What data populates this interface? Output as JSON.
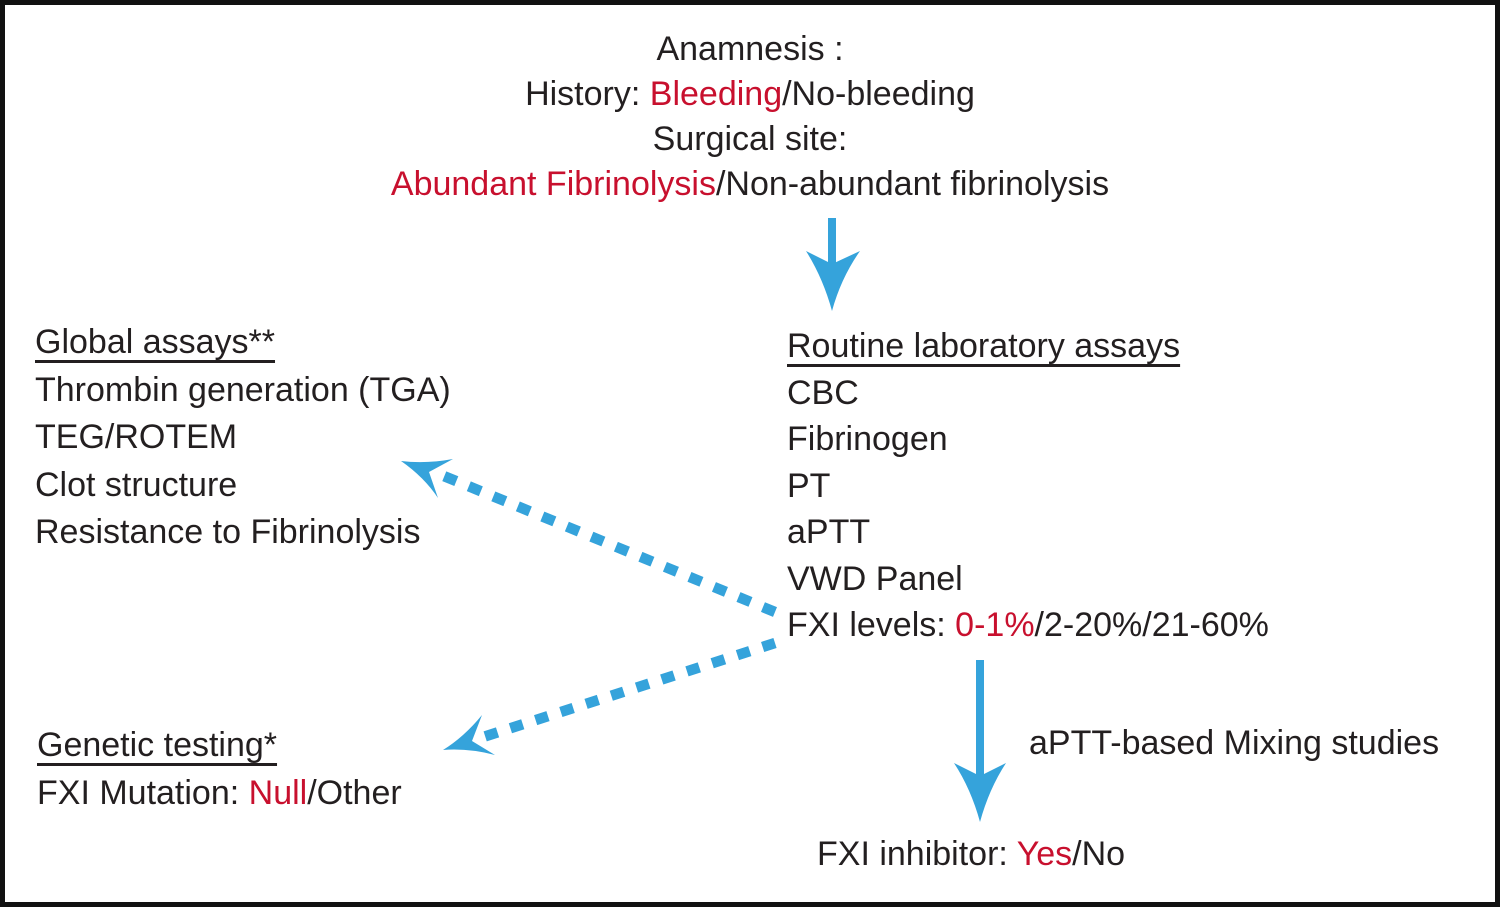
{
  "colors": {
    "arrow_blue": "#35a3db",
    "highlight_red": "#c8102e",
    "text_black": "#231f20",
    "border_black": "#111111",
    "background": "#ffffff"
  },
  "anamnesis": {
    "title": "Anamnesis :",
    "history_prefix": "History: ",
    "history_highlight": "Bleeding",
    "history_suffix": "/No-bleeding",
    "surgical_site": "Surgical site:",
    "fibrinolysis_highlight": "Abundant Fibrinolysis",
    "fibrinolysis_suffix": "/Non-abundant fibrinolysis"
  },
  "global_assays": {
    "heading": "Global assays**",
    "items": [
      "Thrombin generation (TGA)",
      "TEG/ROTEM",
      "Clot structure",
      "Resistance to Fibrinolysis"
    ]
  },
  "routine_assays": {
    "heading": "Routine laboratory assays",
    "items": [
      "CBC",
      "Fibrinogen",
      "PT",
      "aPTT",
      "VWD Panel"
    ],
    "fxi_levels_prefix": "FXI levels: ",
    "fxi_levels_highlight": "0-1%",
    "fxi_levels_suffix": "/2-20%/21-60%"
  },
  "genetic_testing": {
    "heading": "Genetic testing*",
    "mutation_prefix": "FXI Mutation: ",
    "mutation_highlight": "Null",
    "mutation_suffix": "/Other"
  },
  "mixing_studies": {
    "label": "aPTT-based Mixing studies",
    "result_prefix": "FXI inhibitor: ",
    "result_highlight": "Yes",
    "result_suffix": "/No"
  },
  "arrows": {
    "top_arrow": "solid-down-arrow",
    "mixing_arrow": "solid-down-arrow",
    "to_global_assays": "dashed-up-left-arrow",
    "to_genetic_testing": "dashed-down-left-arrow"
  }
}
